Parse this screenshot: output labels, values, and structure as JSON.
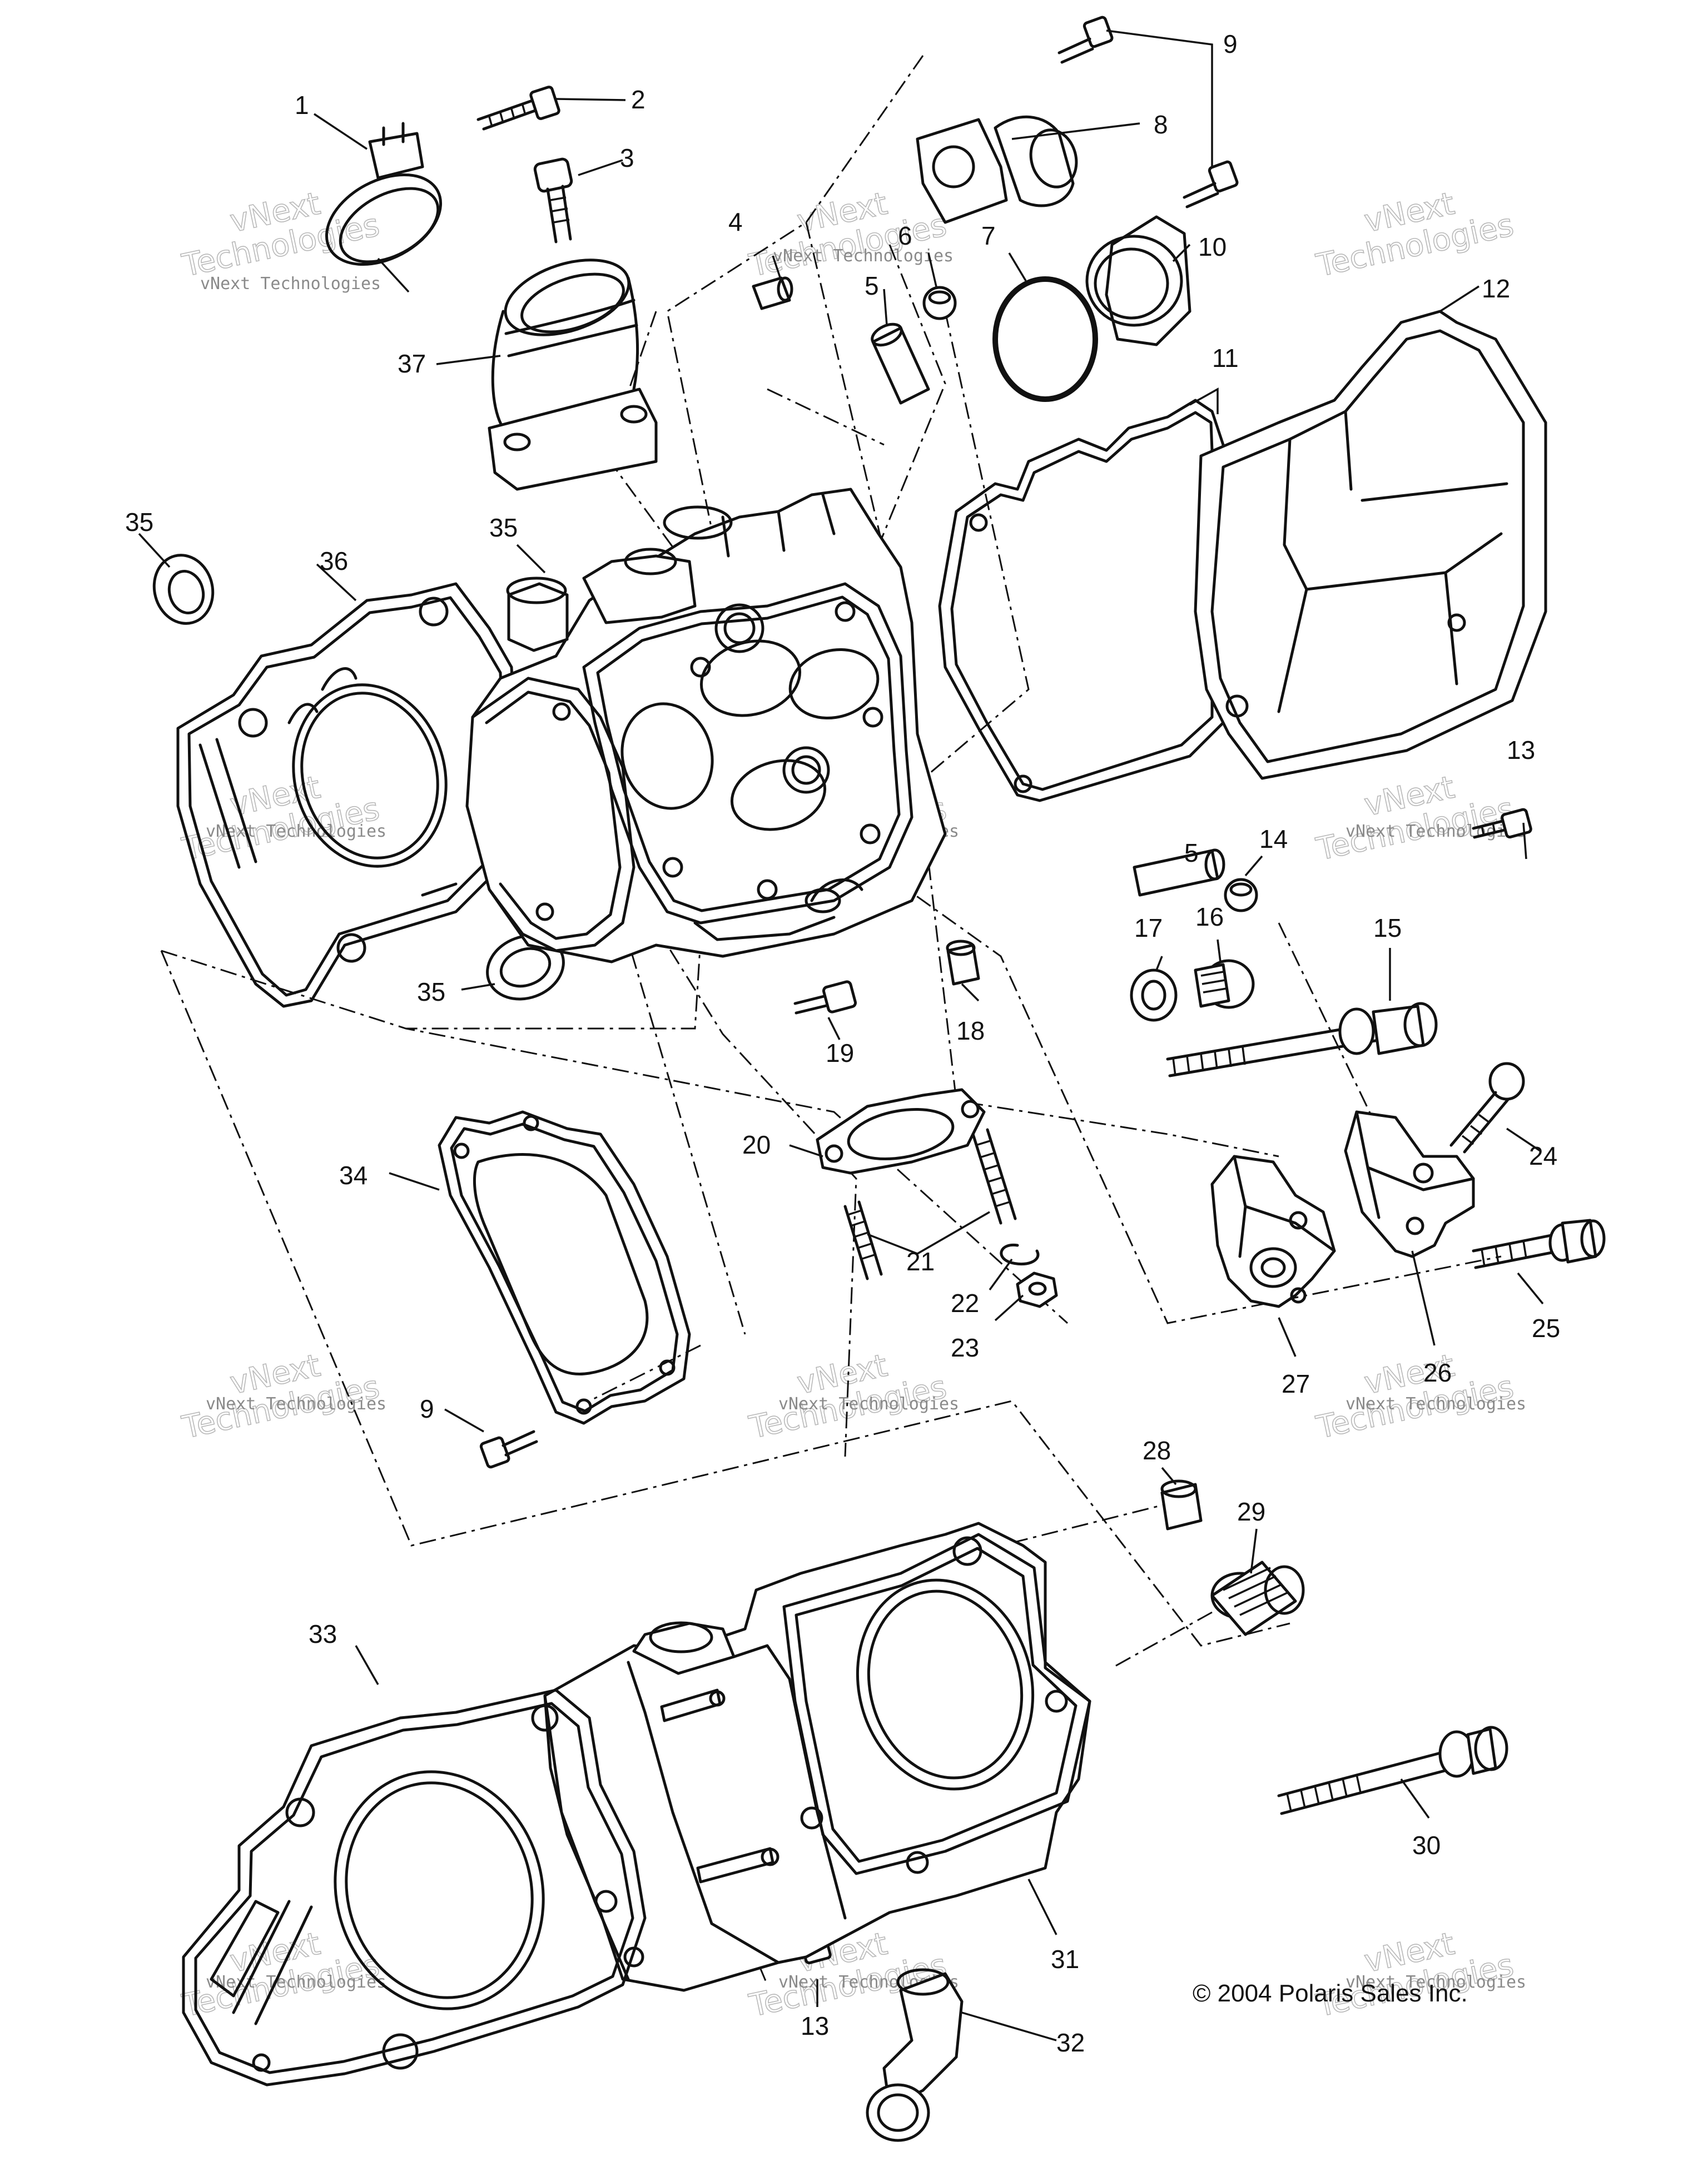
{
  "copyright": "© 2004 Polaris Sales Inc.",
  "watermark": {
    "small": "vNext Technologies",
    "large_line1": "vNext",
    "large_line2": "Technologies"
  },
  "callouts": [
    "1",
    "2",
    "3",
    "4",
    "5",
    "6",
    "7",
    "8",
    "9",
    "10",
    "11",
    "12",
    "13",
    "14",
    "15",
    "16",
    "17",
    "18",
    "19",
    "20",
    "21",
    "22",
    "23",
    "24",
    "25",
    "26",
    "27",
    "28",
    "29",
    "30",
    "31",
    "32",
    "33",
    "34",
    "35",
    "36",
    "37"
  ]
}
